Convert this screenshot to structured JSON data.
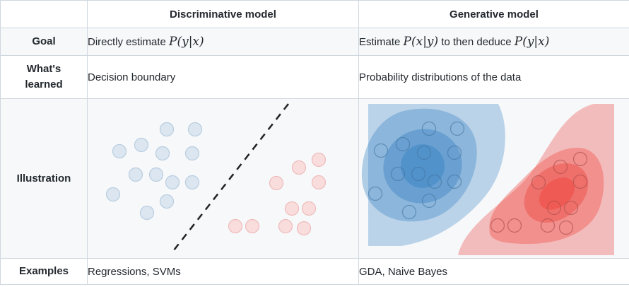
{
  "header": {
    "corner": "",
    "col1": "Discriminative model",
    "col2": "Generative model"
  },
  "rows": {
    "goal": {
      "label": "Goal",
      "disc_text": "Directly estimate ",
      "disc_math": "P(y|x)",
      "gen_text_a": "Estimate ",
      "gen_math_a": "P(x|y)",
      "gen_text_b": " to then deduce ",
      "gen_math_b": "P(y|x)"
    },
    "learned": {
      "label_line1": "What's",
      "label_line2": "learned",
      "disc": "Decision boundary",
      "gen": "Probability distributions of the data"
    },
    "illustration": {
      "label": "Illustration"
    },
    "examples": {
      "label": "Examples",
      "disc": "Regressions, SVMs",
      "gen": "GDA, Naive Bayes"
    }
  },
  "colors": {
    "blue_point_fill": "#dbe6f0",
    "blue_point_stroke": "#b9cde0",
    "red_point_fill": "#f9dcdc",
    "red_point_stroke": "#efbcbc",
    "blue_contour": "#3f86c6",
    "red_contour": "#ee4a42",
    "boundary": "#222222"
  }
}
